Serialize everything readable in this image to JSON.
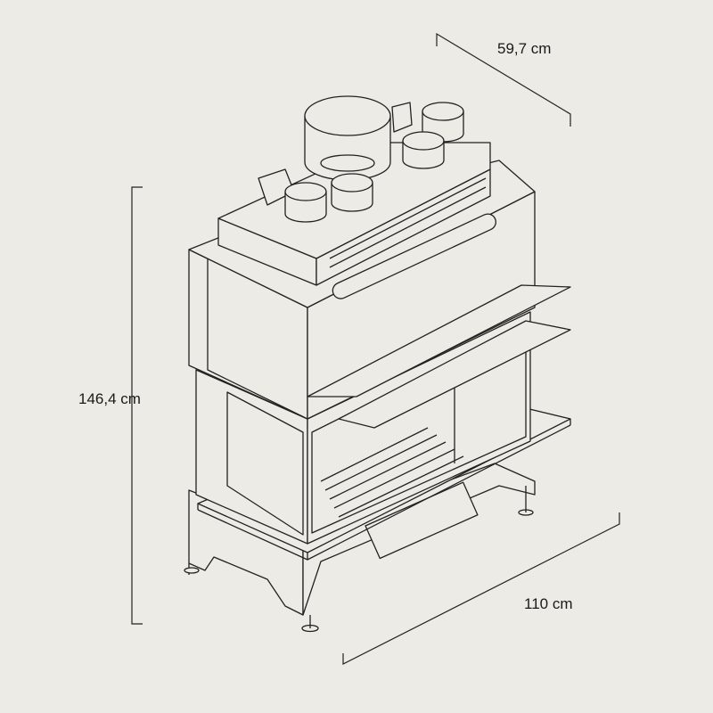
{
  "dimensions": {
    "depth": "59,7 cm",
    "height": "146,4 cm",
    "width": "110 cm"
  },
  "colors": {
    "background": "#ecebe6",
    "line": "#222222"
  }
}
